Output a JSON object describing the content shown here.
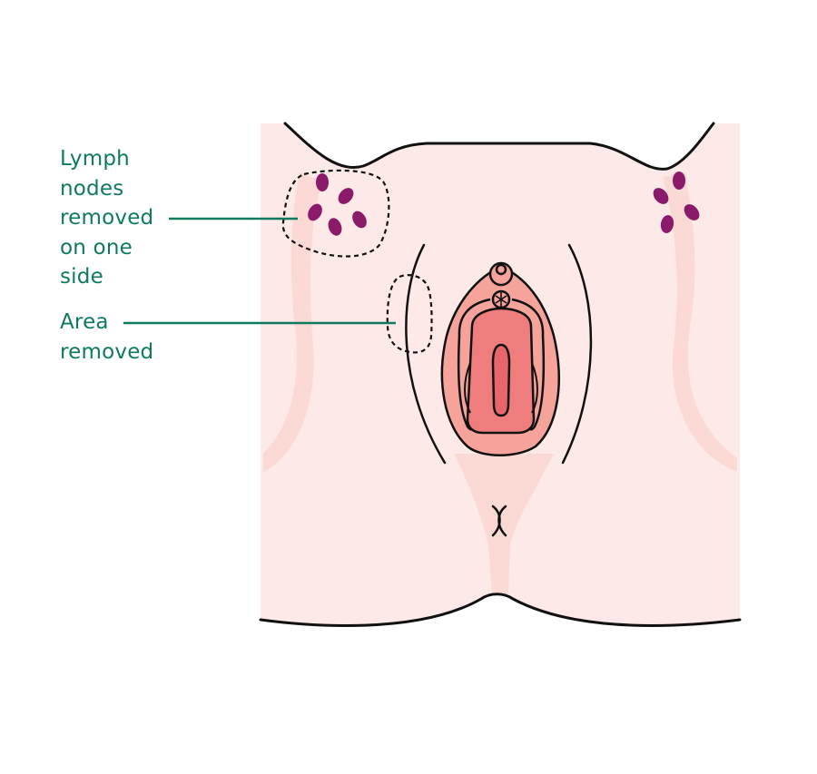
{
  "labels": {
    "lymph_nodes": [
      "Lymph",
      "nodes",
      "removed",
      "on one",
      "side"
    ],
    "area_removed": [
      "Area",
      "removed"
    ]
  },
  "colors": {
    "skin": "#fde9e7",
    "skin_shade": "#fbdad6",
    "outline": "#111111",
    "vulva_outer": "#f5a39b",
    "vulva_inner": "#f07d7d",
    "vulva_core": "#e8656b",
    "lymph_node": "#8b1a6b",
    "label_text": "#0e7a5f",
    "leader_line": "#0e7a5f"
  }
}
